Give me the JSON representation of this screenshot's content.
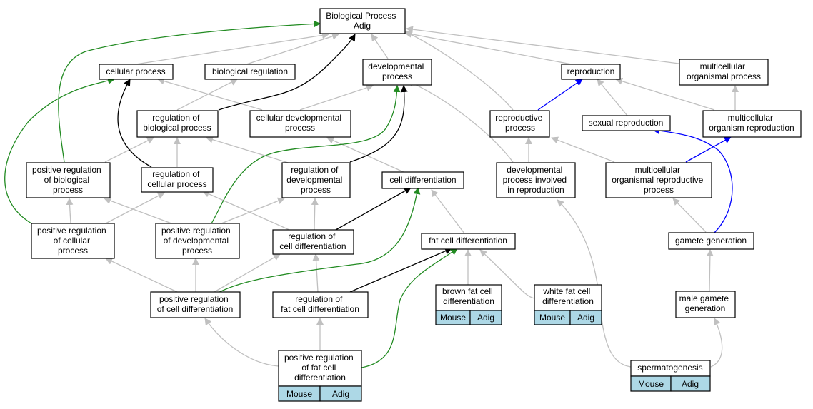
{
  "colors": {
    "is_a": "#c0c0c0",
    "regulates": "#000000",
    "positively_regulates": "#228b22",
    "part_of": "#0000ff",
    "annotation_tag": "#add8e6"
  },
  "nodes": {
    "root": {
      "lines": [
        "Biological Process",
        "Adig"
      ]
    },
    "cellular_process": {
      "lines": [
        "cellular process"
      ]
    },
    "biological_regulation": {
      "lines": [
        "biological regulation"
      ]
    },
    "developmental_process": {
      "lines": [
        "developmental",
        "process"
      ]
    },
    "reproduction": {
      "lines": [
        "reproduction"
      ]
    },
    "multicellular_organismal_process": {
      "lines": [
        "multicellular",
        "organismal process"
      ]
    },
    "regulation_of_biological_process": {
      "lines": [
        "regulation of",
        "biological process"
      ]
    },
    "cellular_developmental_process": {
      "lines": [
        "cellular developmental",
        "process"
      ]
    },
    "reproductive_process": {
      "lines": [
        "reproductive",
        "process"
      ]
    },
    "sexual_reproduction": {
      "lines": [
        "sexual reproduction"
      ]
    },
    "multicellular_organism_reproduction": {
      "lines": [
        "multicellular",
        "organism reproduction"
      ]
    },
    "positive_regulation_of_biological_process": {
      "lines": [
        "positive regulation",
        "of biological",
        "process"
      ]
    },
    "regulation_of_cellular_process": {
      "lines": [
        "regulation of",
        "cellular process"
      ]
    },
    "regulation_of_developmental_process": {
      "lines": [
        "regulation of",
        "developmental",
        "process"
      ]
    },
    "cell_differentiation": {
      "lines": [
        "cell differentiation"
      ]
    },
    "developmental_process_involved_in_reproduction": {
      "lines": [
        "developmental",
        "process involved",
        "in reproduction"
      ]
    },
    "multicellular_organismal_reproductive_process": {
      "lines": [
        "multicellular",
        "organismal reproductive",
        "process"
      ]
    },
    "positive_regulation_of_cellular_process": {
      "lines": [
        "positive regulation",
        "of cellular",
        "process"
      ]
    },
    "positive_regulation_of_developmental_process": {
      "lines": [
        "positive regulation",
        "of developmental",
        "process"
      ]
    },
    "regulation_of_cell_differentiation": {
      "lines": [
        "regulation of",
        "cell differentiation"
      ]
    },
    "fat_cell_differentiation": {
      "lines": [
        "fat cell differentiation"
      ]
    },
    "gamete_generation": {
      "lines": [
        "gamete generation"
      ]
    },
    "positive_regulation_of_cell_differentiation": {
      "lines": [
        "positive regulation",
        "of cell differentiation"
      ]
    },
    "regulation_of_fat_cell_differentiation": {
      "lines": [
        "regulation of",
        "fat cell differentiation"
      ]
    },
    "brown_fat_cell_differentiation": {
      "lines": [
        "brown fat cell",
        "differentiation"
      ],
      "tags": [
        "Mouse",
        "Adig"
      ]
    },
    "white_fat_cell_differentiation": {
      "lines": [
        "white fat cell",
        "differentiation"
      ],
      "tags": [
        "Mouse",
        "Adig"
      ]
    },
    "male_gamete_generation": {
      "lines": [
        "male gamete",
        "generation"
      ]
    },
    "positive_regulation_of_fat_cell_differentiation": {
      "lines": [
        "positive regulation",
        "of fat cell",
        "differentiation"
      ],
      "tags": [
        "Mouse",
        "Adig"
      ]
    },
    "spermatogenesis": {
      "lines": [
        "spermatogenesis"
      ],
      "tags": [
        "Mouse",
        "Adig"
      ]
    }
  }
}
